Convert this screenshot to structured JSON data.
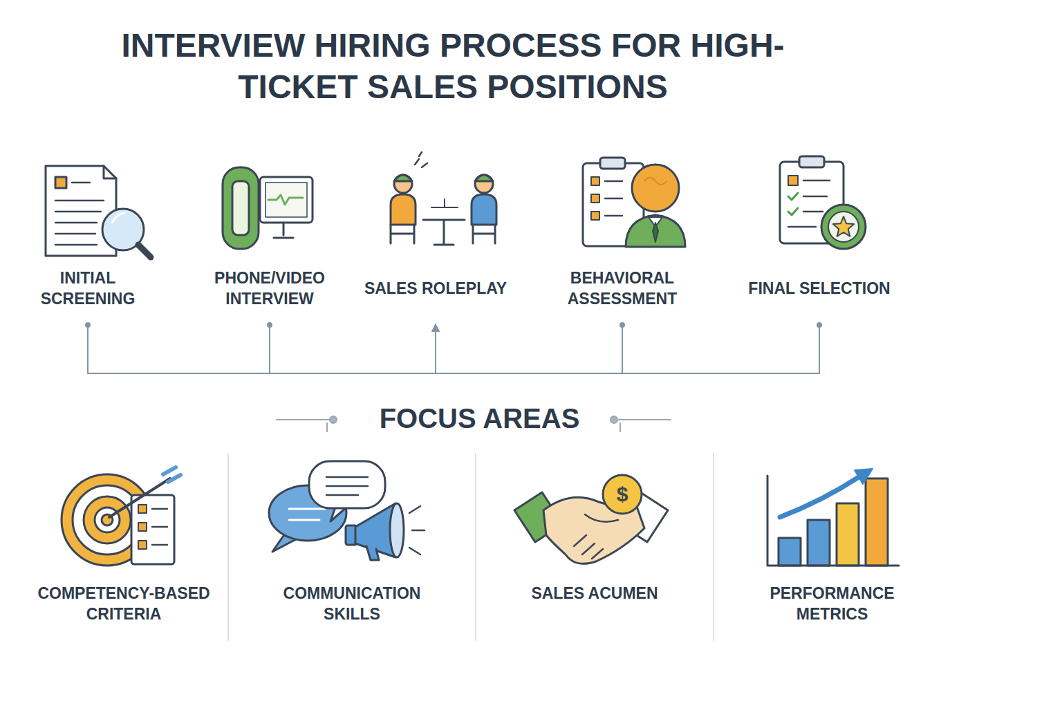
{
  "diagram": {
    "title": "INTERVIEW HIRING PROCESS FOR HIGH-TICKET SALES POSITIONS",
    "nodes": [
      {
        "text": [
          "INITIAL SCREENING"
        ]
      },
      {
        "text": [
          "PHONE/VIDEO INTERVIEW"
        ]
      },
      {
        "text": [
          "SALES ROLEPLAY"
        ]
      },
      {
        "text": [
          "BEHAVIORAL ASSESSMENT"
        ]
      },
      {
        "text": [
          "FINAL SELECTION"
        ]
      },
      {
        "text": [
          "FOCUS AREAS"
        ]
      },
      {
        "text": [
          "COMPETENCY-BASED CRITERIA"
        ],
        "in": 5
      },
      {
        "text": [
          "COMMUNICATION SKILLS"
        ],
        "in": 5
      },
      {
        "text": [
          "SALES ACUMEN"
        ],
        "in": 5
      },
      {
        "text": [
          "PERFORMANCE METRICS"
        ],
        "in": 5
      }
    ],
    "edges": [
      {
        "from": 0,
        "to": 2,
        "arrow": "to"
      },
      {
        "from": 1,
        "to": 2,
        "arrow": "to"
      },
      {
        "from": 3,
        "to": 2,
        "arrow": "to"
      },
      {
        "from": 4,
        "to": 2,
        "arrow": "to"
      }
    ],
    "labels": [
      "$"
    ]
  }
}
